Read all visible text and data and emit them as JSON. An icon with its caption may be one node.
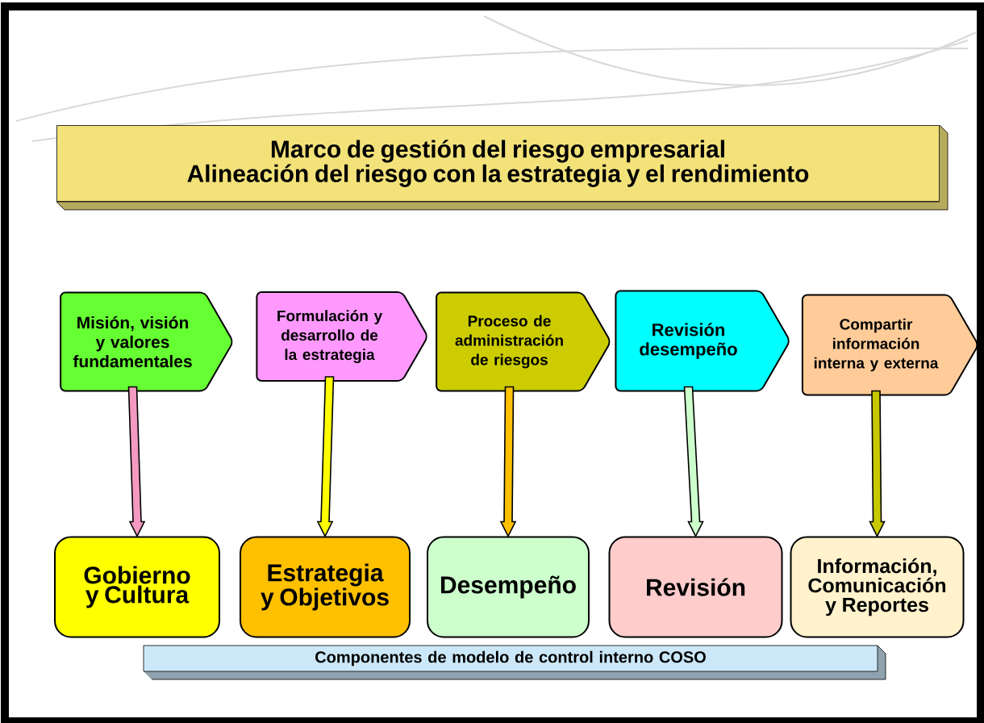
{
  "diagram": {
    "nodes": [
      {
        "text": [
          "Marco de gestión del riesgo empresarial",
          "Alineación del riesgo con la estrategia y el rendimiento"
        ]
      },
      {
        "text": [
          "Misión, visión y valores fundamentales"
        ]
      },
      {
        "text": [
          "Formulación y desarrollo de la estrategia"
        ]
      },
      {
        "text": [
          "Proceso de administración de riesgos"
        ]
      },
      {
        "text": [
          "Revisión desempeño"
        ]
      },
      {
        "text": [
          "Compartir información interna y externa"
        ]
      },
      {
        "text": [
          "Gobierno y Cultura"
        ]
      },
      {
        "text": [
          "Estrategia y Objetivos"
        ]
      },
      {
        "text": [
          "Desempeño"
        ]
      },
      {
        "text": [
          "Revisión"
        ]
      },
      {
        "text": [
          "Información, Comunicación y Reportes"
        ]
      },
      {
        "text": [
          "Componentes de modelo de control interno COSO"
        ]
      }
    ],
    "edges": [
      {
        "from": 1,
        "to": 6,
        "arrow": "to",
        "color": "#f49ac2"
      },
      {
        "from": 2,
        "to": 7,
        "arrow": "to",
        "color": "#ffff00"
      },
      {
        "from": 3,
        "to": 8,
        "arrow": "to",
        "color": "#ffc000"
      },
      {
        "from": 4,
        "to": 9,
        "arrow": "to",
        "color": "#ccffcc"
      },
      {
        "from": 5,
        "to": 10,
        "arrow": "to",
        "color": "#c8c800"
      }
    ]
  }
}
